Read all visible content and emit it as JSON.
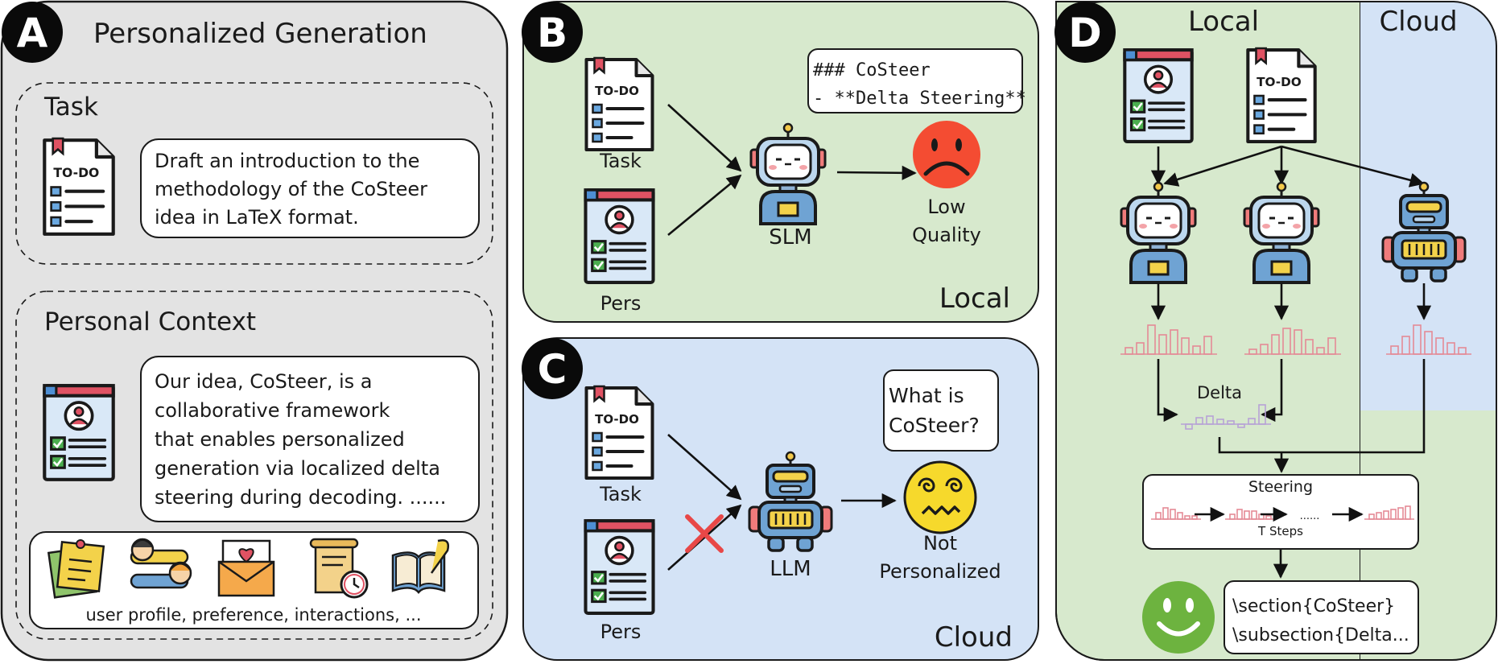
{
  "panel_a": {
    "badge": "A",
    "title": "Personalized Generation",
    "task_heading": "Task",
    "task_text": [
      "Draft an introduction to the",
      "methodology of the CoSteer",
      "idea in LaTeX format."
    ],
    "context_heading": "Personal Context",
    "context_text": [
      "Our idea, CoSteer, is a",
      "collaborative framework",
      "that enables personalized",
      "generation via localized delta",
      "steering during decoding. ......"
    ],
    "context_sources": "user profile, preference, interactions, ..."
  },
  "panel_b": {
    "badge": "B",
    "doc_task_label": "Task",
    "doc_pers_label": "Pers",
    "model_label": "SLM",
    "output_lines": [
      "### CoSteer",
      "- **Delta Steering**"
    ],
    "result_label": [
      "Low",
      "Quality"
    ],
    "region_label": "Local"
  },
  "panel_c": {
    "badge": "C",
    "doc_task_label": "Task",
    "doc_pers_label": "Pers",
    "model_label": "LLM",
    "output_lines": [
      "What is",
      "CoSteer?"
    ],
    "result_label": [
      "Not",
      "Personalized"
    ],
    "region_label": "Cloud"
  },
  "panel_d": {
    "badge": "D",
    "local_label": "Local",
    "cloud_label": "Cloud",
    "delta_label": "Delta",
    "steering_label": "Steering",
    "steps_label": "T Steps",
    "dots_label": "......",
    "output_lines": [
      "\\section{CoSteer}",
      "\\subsection{Delta..."
    ]
  },
  "todo_text": "TO-DO",
  "colors": {
    "panel_a_bg": "#e3e3e3",
    "local_bg": "#d7e9cd",
    "cloud_bg": "#d4e3f6",
    "bar_red": "#e48a96",
    "bar_purple": "#b7a2d6",
    "cross": "#e84747",
    "sad_face": "#f44c32",
    "confused_face": "#f6d92c",
    "happy_face": "#6db33f"
  }
}
